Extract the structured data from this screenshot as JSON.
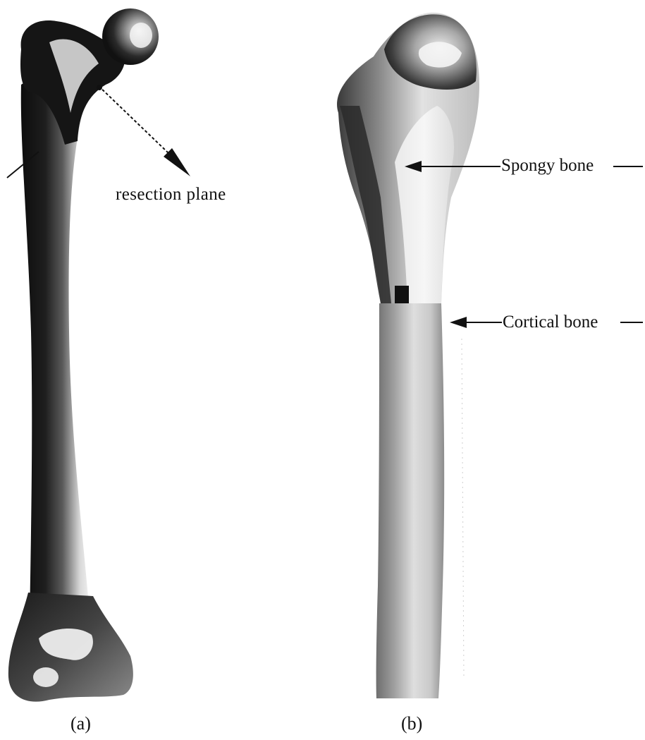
{
  "panel_a": {
    "caption": "(a)",
    "annotation": "resection plane"
  },
  "panel_b": {
    "caption": "(b)",
    "annotations": {
      "spongy": "Spongy bone",
      "cortical": "Cortical bone"
    }
  },
  "colors": {
    "ink": "#111111",
    "bone_dark": "#1a1a1a",
    "bone_mid": "#8a8a8a",
    "bone_light": "#dcdcdc",
    "background": "#ffffff"
  }
}
